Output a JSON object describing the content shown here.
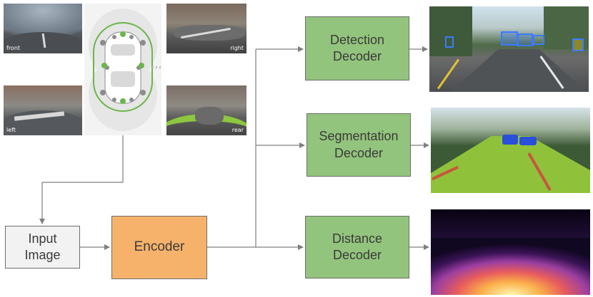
{
  "cameras": {
    "front": "front",
    "right": "right",
    "left": "left",
    "rear": "rear"
  },
  "boxes": {
    "input": [
      "Input",
      "Image"
    ],
    "encoder": "Encoder",
    "detection": [
      "Detection",
      "Decoder"
    ],
    "segmentation": [
      "Segmentation",
      "Decoder"
    ],
    "distance": [
      "Distance",
      "Decoder"
    ]
  },
  "colors": {
    "decoder_fill": "#93c47d",
    "encoder_fill": "#f6b26b",
    "input_fill": "#f2f2f2",
    "arrow": "#7f7f7f"
  }
}
